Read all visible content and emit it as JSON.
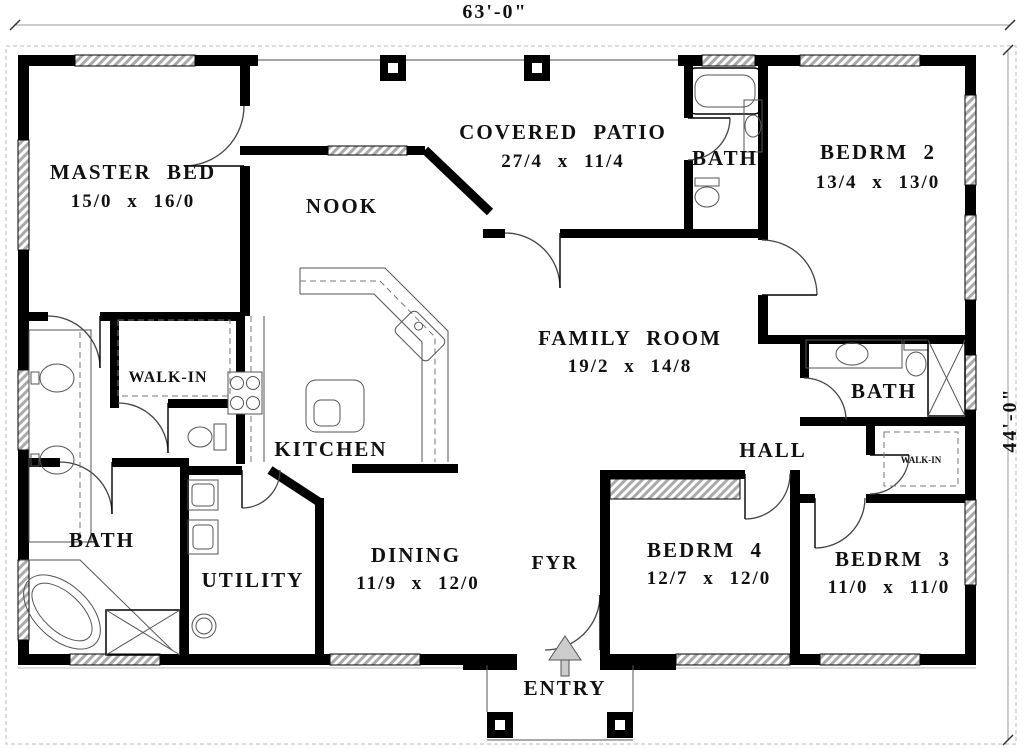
{
  "plan": {
    "overall_width": "63'-0\"",
    "overall_depth": "44'-0\"",
    "rooms": {
      "master_bed": {
        "name": "MASTER BED",
        "dims": "15/0 x 16/0"
      },
      "nook": {
        "name": "NOOK"
      },
      "covered_patio": {
        "name": "COVERED PATIO",
        "dims": "27/4 x 11/4"
      },
      "bath_upper": {
        "name": "BATH"
      },
      "bedrm_2": {
        "name": "BEDRM 2",
        "dims": "13/4 x 13/0"
      },
      "walk_in_master": {
        "name": "WALK-IN"
      },
      "kitchen": {
        "name": "KITCHEN"
      },
      "family_room": {
        "name": "FAMILY ROOM",
        "dims": "19/2 x 14/8"
      },
      "bath_hall": {
        "name": "BATH"
      },
      "hall": {
        "name": "HALL"
      },
      "walk_in_bedrm3": {
        "name": "WALK-IN"
      },
      "bath_master": {
        "name": "BATH"
      },
      "utility": {
        "name": "UTILITY"
      },
      "dining": {
        "name": "DINING",
        "dims": "11/9 x 12/0"
      },
      "foyer": {
        "name": "FYR"
      },
      "bedrm_4": {
        "name": "BEDRM 4",
        "dims": "12/7 x 12/0"
      },
      "bedrm_3": {
        "name": "BEDRM 3",
        "dims": "11/0 x 11/0"
      },
      "entry": {
        "name": "ENTRY"
      }
    },
    "colors": {
      "wall": "#000000",
      "background": "#ffffff",
      "fixture_line": "#555555"
    }
  }
}
